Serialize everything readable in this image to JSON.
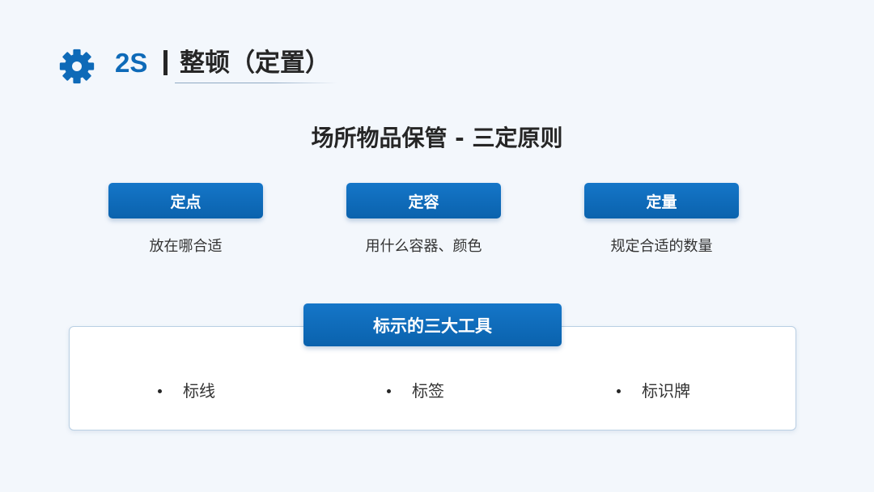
{
  "header": {
    "icon": "gear-icon",
    "code": "2S",
    "title": "整顿（定置）",
    "accent_color": "#0e6ab8"
  },
  "main_title": "场所物品保管 - 三定原则",
  "principles": [
    {
      "label": "定点",
      "description": "放在哪合适"
    },
    {
      "label": "定容",
      "description": "用什么容器、颜色"
    },
    {
      "label": "定量",
      "description": "规定合适的数量"
    }
  ],
  "tools": {
    "title": "标示的三大工具",
    "items": [
      "标线",
      "标签",
      "标识牌"
    ]
  }
}
